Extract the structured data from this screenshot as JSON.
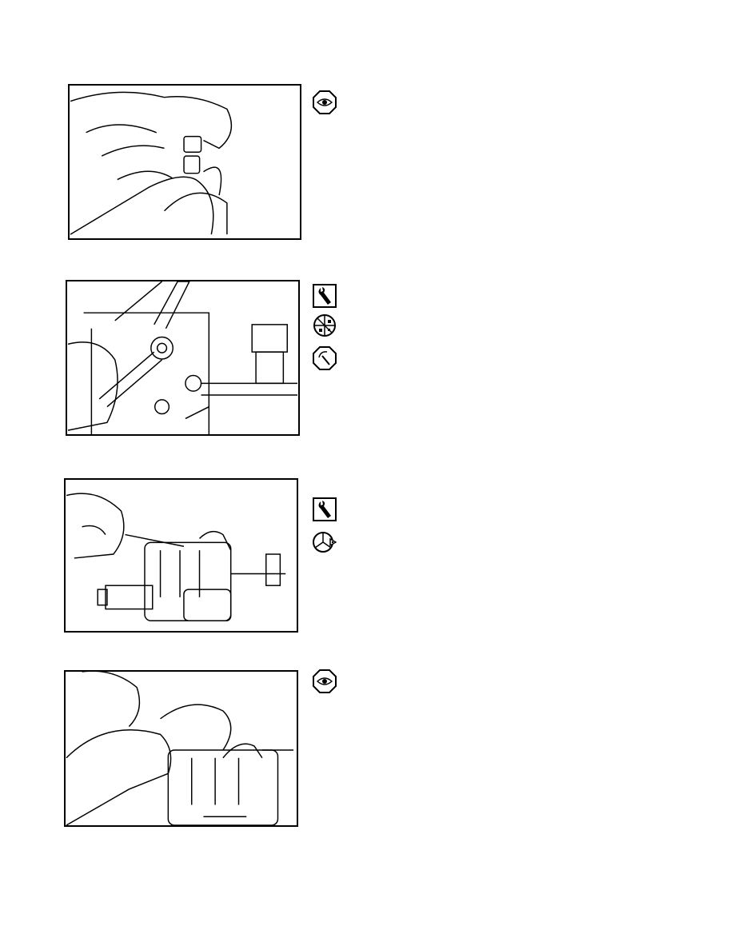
{
  "figures": [
    {
      "id": 1,
      "icons": [
        "inspect-eye-icon"
      ]
    },
    {
      "id": 2,
      "icons": [
        "wrench-icon",
        "disassemble-icon",
        "clean-brush-icon"
      ]
    },
    {
      "id": 3,
      "icons": [
        "wrench-icon",
        "assemble-icon"
      ]
    },
    {
      "id": 4,
      "icons": [
        "inspect-eye-icon"
      ]
    }
  ],
  "colors": {
    "ink": "#000000",
    "paper": "#ffffff"
  }
}
